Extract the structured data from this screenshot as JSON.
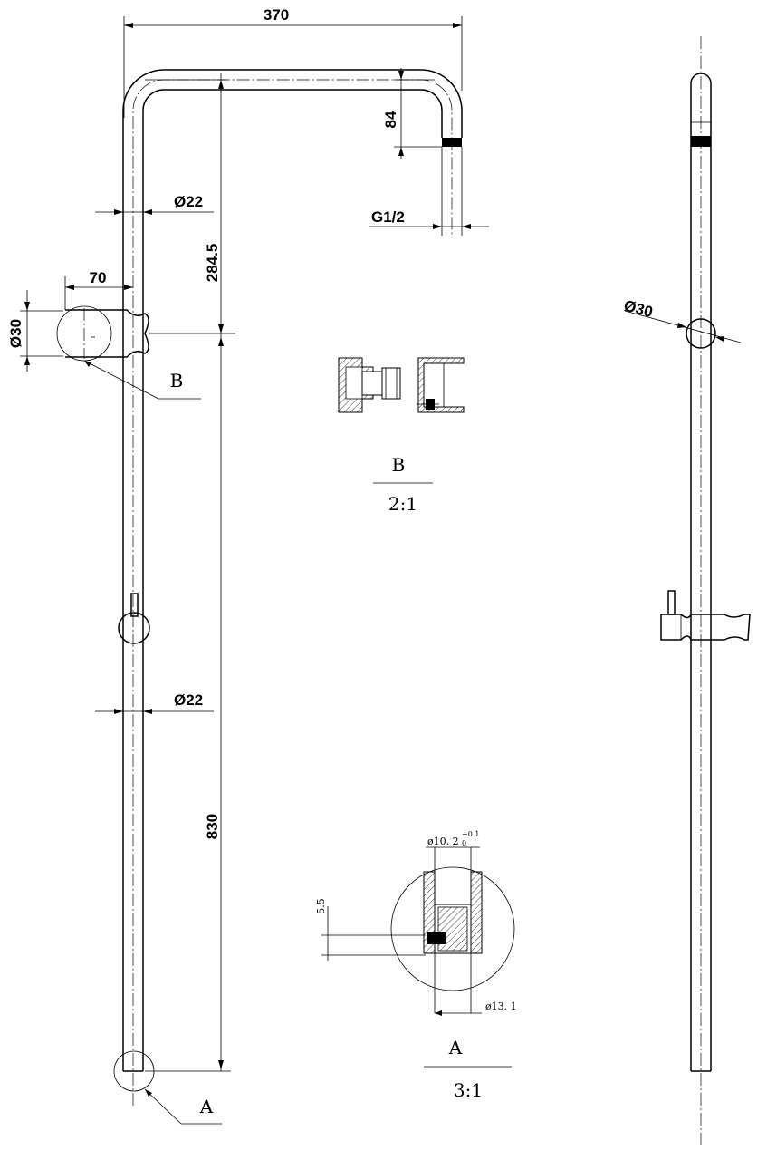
{
  "dimensions": {
    "top_width": "370",
    "arm_drop": "84",
    "thread": "G1/2",
    "upper_pipe_dia": "Ø22",
    "upper_length": "284.5",
    "holder_offset": "70",
    "holder_dia": "Ø30",
    "lower_pipe_dia": "Ø22",
    "lower_length": "830",
    "side_dia": "Ø30"
  },
  "detail_b": {
    "callout": "B",
    "label": "B",
    "scale": "2:1"
  },
  "detail_a": {
    "callout": "A",
    "label": "A",
    "scale": "3:1",
    "bore_dia": "ø10. 2",
    "bore_tol_sup": "+0.1",
    "bore_tol_sub": "0",
    "height": "5.5",
    "outer_dia": "ø13. 1"
  }
}
